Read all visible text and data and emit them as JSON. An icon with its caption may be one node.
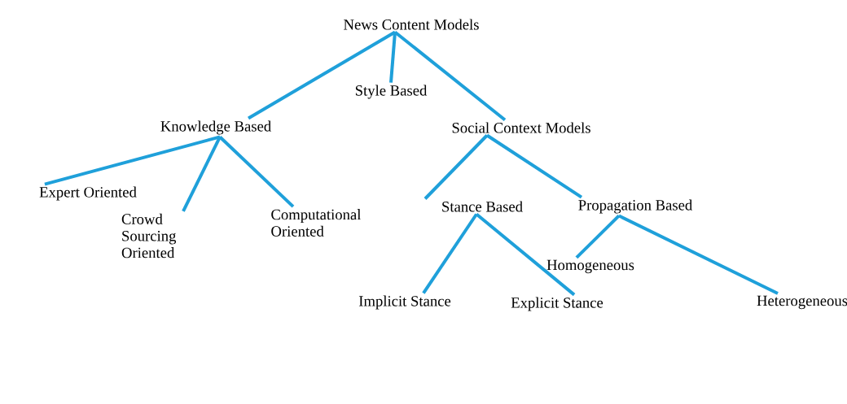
{
  "diagram": {
    "nodes": [
      {
        "text": [
          "News Content Models"
        ]
      },
      {
        "text": [
          "Knowledge Based"
        ]
      },
      {
        "text": [
          "Style Based"
        ]
      },
      {
        "text": [
          "Social Context Models"
        ]
      },
      {
        "text": [
          "Expert Oriented"
        ]
      },
      {
        "text": [
          "Crowd Sourcing Oriented"
        ]
      },
      {
        "text": [
          "Computational Oriented"
        ]
      },
      {
        "text": [
          "Stance Based"
        ]
      },
      {
        "text": [
          "Propagation Based"
        ]
      },
      {
        "text": [
          "Implicit Stance"
        ]
      },
      {
        "text": [
          "Explicit Stance"
        ]
      },
      {
        "text": [
          "Homogeneous"
        ]
      },
      {
        "text": [
          "Heterogeneous"
        ]
      }
    ],
    "edges": [
      {
        "from": 0,
        "to": 1,
        "arrow": "none"
      },
      {
        "from": 0,
        "to": 2,
        "arrow": "none"
      },
      {
        "from": 0,
        "to": 3,
        "arrow": "none"
      },
      {
        "from": 1,
        "to": 4,
        "arrow": "none"
      },
      {
        "from": 1,
        "to": 5,
        "arrow": "none"
      },
      {
        "from": 1,
        "to": 6,
        "arrow": "none"
      },
      {
        "from": 3,
        "to": 7,
        "arrow": "none"
      },
      {
        "from": 3,
        "to": 8,
        "arrow": "none"
      },
      {
        "from": 7,
        "to": 9,
        "arrow": "none"
      },
      {
        "from": 7,
        "to": 10,
        "arrow": "none"
      },
      {
        "from": 8,
        "to": 11,
        "arrow": "none"
      },
      {
        "from": 8,
        "to": 12,
        "arrow": "none"
      }
    ]
  }
}
